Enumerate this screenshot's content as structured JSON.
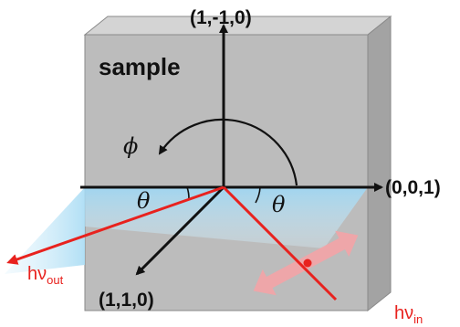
{
  "labels": {
    "sample": "sample",
    "axis_top": "(1,-1,0)",
    "axis_right": "(0,0,1)",
    "axis_bottom": "(1,1,0)",
    "phi": "ϕ",
    "theta_left": "θ",
    "theta_right": "θ",
    "hv_out_main": "hν",
    "hv_out_sub": "out",
    "hv_in_main": "hν",
    "hv_in_sub": "in"
  },
  "colors": {
    "sample_front": "#b9b9b9",
    "sample_top": "#d4d4d4",
    "sample_side": "#a3a3a3",
    "beam": "#e8221e",
    "polarization": "#f3a3a6",
    "reflection_plane": "#9fd6f2",
    "axis": "#111111"
  }
}
